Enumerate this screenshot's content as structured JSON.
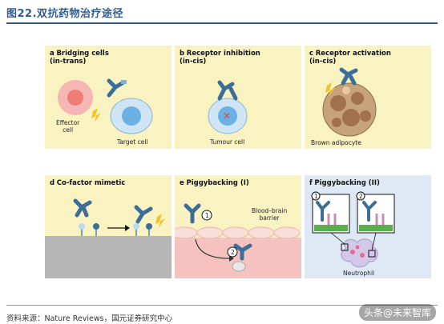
{
  "figure_title": "图22.双抗药物治疗途径",
  "panels": [
    {
      "letter": "a",
      "title": "Bridging cells",
      "subtitle": "(in-trans)",
      "labels": {
        "effector": "Effector\ncell",
        "target": "Target cell"
      }
    },
    {
      "letter": "b",
      "title": "Receptor inhibition",
      "subtitle": "(in-cis)",
      "labels": {
        "tumour": "Tumour cell"
      }
    },
    {
      "letter": "c",
      "title": "Receptor activation",
      "subtitle": "(in-cis)",
      "labels": {
        "adipocyte": "Brown adipocyte"
      }
    },
    {
      "letter": "d",
      "title": "Co-factor mimetic",
      "subtitle": ""
    },
    {
      "letter": "e",
      "title": "Piggybacking (I)",
      "subtitle": "",
      "labels": {
        "bbb": "Blood–brain\nbarrier",
        "step1": "1",
        "step2": "2"
      }
    },
    {
      "letter": "f",
      "title": "Piggybacking (II)",
      "subtitle": "",
      "labels": {
        "neutrophil": "Neutrophil",
        "step1": "1",
        "step2": "2"
      }
    }
  ],
  "source": "资料来源：Nature Reviews，国元证券研究中心",
  "watermark": "头条@未来智库",
  "colors": {
    "title": "#2f5d91",
    "panel_yellow": "#f8f3c0",
    "panel_blue": "#dfe9f6",
    "antibody": "#3d6e98",
    "cell_blue": "#8fc3ea"
  }
}
